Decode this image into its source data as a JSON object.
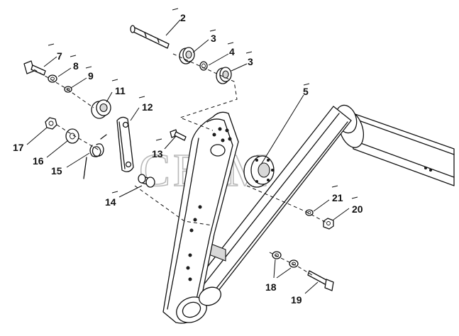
{
  "watermark": "CEJM",
  "callouts": {
    "c2": "2",
    "c3a": "3",
    "c4": "4",
    "c3b": "3",
    "c5": "5",
    "c7": "7",
    "c8": "8",
    "c9": "9",
    "c11": "11",
    "c12": "12",
    "c13": "13",
    "c14": "14",
    "c15": "15",
    "c16": "16",
    "c17": "17",
    "c18": "18",
    "c19": "19",
    "c20": "20",
    "c21": "21"
  }
}
